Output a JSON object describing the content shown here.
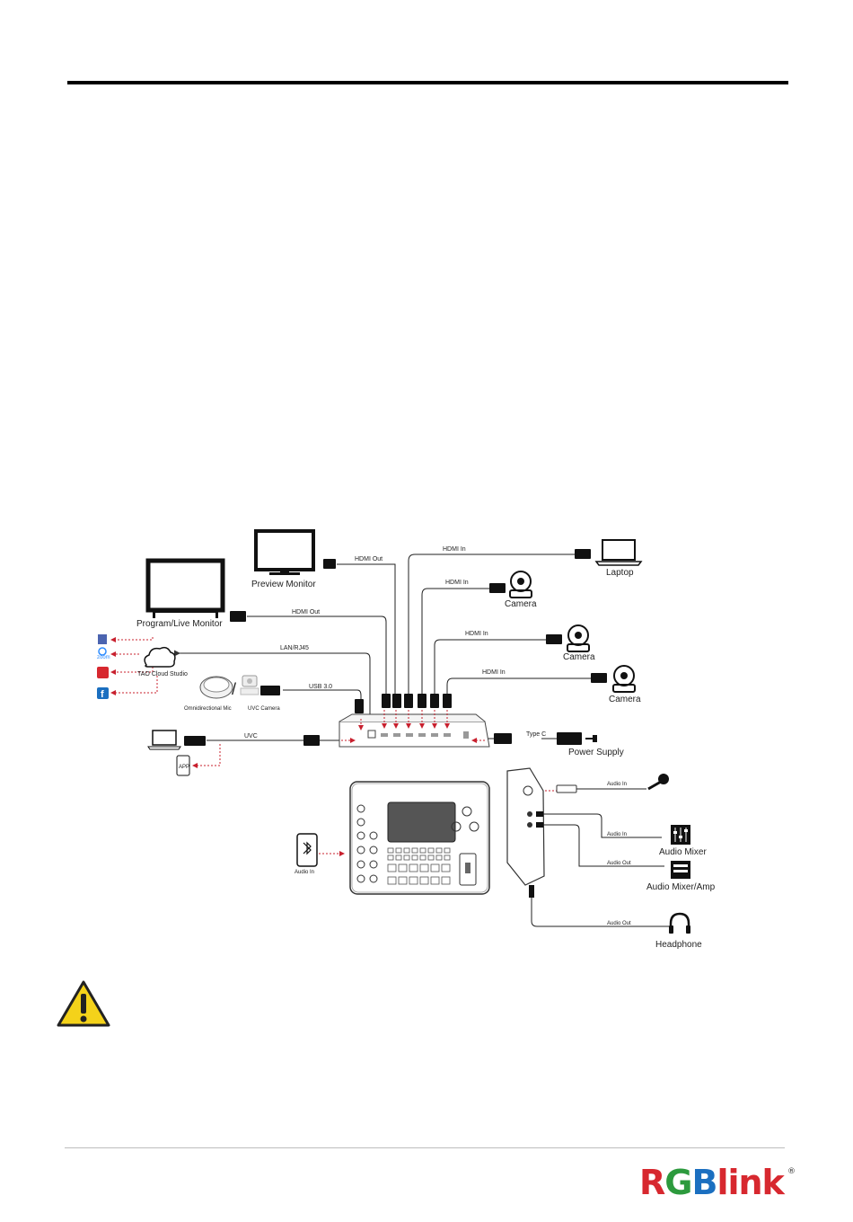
{
  "labels": {
    "preview_monitor": "Preview Monitor",
    "program_live_monitor": "Program/Live Monitor",
    "laptop": "Laptop",
    "camera1": "Camera",
    "camera2": "Camera",
    "camera3": "Camera",
    "tao_cloud_studio": "TAO Cloud Studio",
    "omni_mic": "Omnidirectional Mic",
    "uvc_camera": "UVC Camera",
    "power_supply": "Power Supply",
    "audio_in_device": "Audio In",
    "audio_mixer": "Audio Mixer",
    "audio_mixer_amp": "Audio Mixer/Amp",
    "headphone": "Headphone",
    "app": "APP",
    "zoom": "zoom",
    "youtube": "You Tube",
    "slash": "/"
  },
  "cables": {
    "hdmi_out_preview": "HDMI Out",
    "hdmi_out_program": "HDMI Out",
    "hdmi_in_laptop": "HDMI In",
    "hdmi_in_cam1": "HDMI In",
    "hdmi_in_cam2": "HDMI In",
    "hdmi_in_cam3": "HDMI In",
    "lan": "LAN/RJ45",
    "usb": "USB 3.0",
    "uvc": "UVC",
    "typec": "Type C",
    "audio_in_mic": "Audio In",
    "audio_in_mixer": "Audio In",
    "audio_out_amp": "Audio Out",
    "audio_out_headphone": "Audio Out"
  },
  "logo": {
    "rgb": "RGB",
    "link": "link",
    "reg": "®"
  },
  "colors": {
    "logo_red": "#d7282f",
    "logo_green": "#2c9a3d",
    "logo_blue": "#1b6fc0",
    "arrow_red": "#c8202e",
    "warning_yellow": "#f4d21a"
  }
}
